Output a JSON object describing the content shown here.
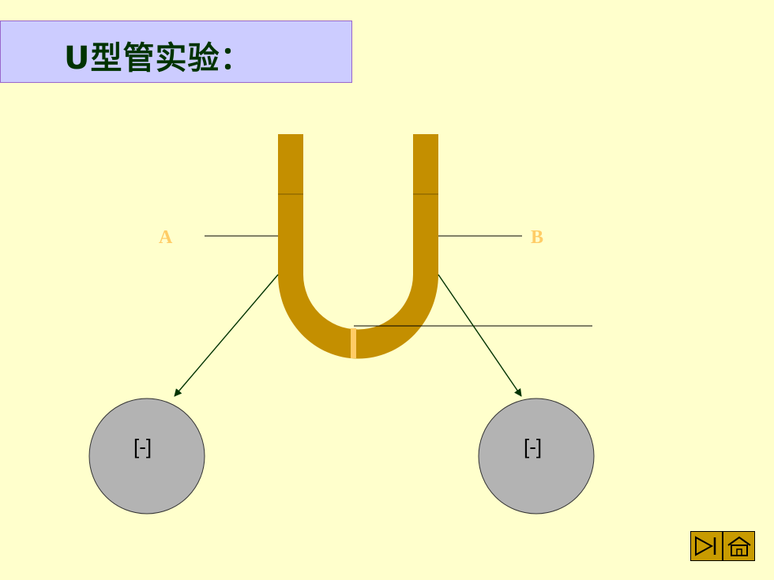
{
  "title": "U型管实验：",
  "labels": {
    "a": "A",
    "b": "B"
  },
  "circles": {
    "left_label": "[-]",
    "right_label": "[-]"
  },
  "colors": {
    "background": "#FFFFCC",
    "title_box": "#CCCCFF",
    "title_text": "#003300",
    "tube": "#C48F00",
    "marker": "#FFCC66",
    "circle_fill": "#B3B3B3",
    "arrow": "#003300"
  },
  "nav": {
    "next_icon": "play-next-icon",
    "home_icon": "home-icon"
  }
}
